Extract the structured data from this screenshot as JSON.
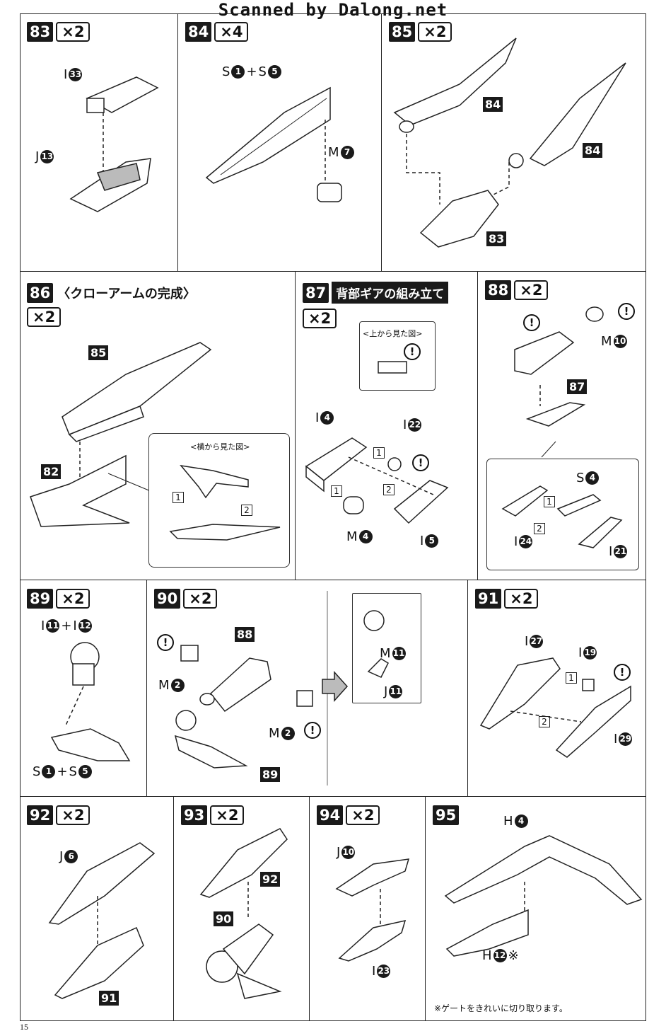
{
  "banner": "Scanned by Dalong.net",
  "page_number": "15",
  "steps": {
    "s83": {
      "num": "83",
      "mult": "×2",
      "labels": {
        "a": "I",
        "a_n": "33",
        "b": "J",
        "b_n": "13"
      }
    },
    "s84": {
      "num": "84",
      "mult": "×4",
      "labels": {
        "a": "S",
        "a_n": "1",
        "plus": "+",
        "b": "S",
        "b_n": "5",
        "c": "M",
        "c_n": "7"
      }
    },
    "s85": {
      "num": "85",
      "mult": "×2",
      "tags": [
        "84",
        "84",
        "83"
      ]
    },
    "s86": {
      "num": "86",
      "title": "〈クローアームの完成〉",
      "mult": "×2",
      "tags": [
        "85",
        "82"
      ],
      "inset_caption": "<横から見た図>",
      "steps": [
        "1",
        "2"
      ]
    },
    "s87": {
      "num": "87",
      "title": "背部ギアの組み立て",
      "mult": "×2",
      "inset_caption": "<上から見た図>",
      "labels": {
        "i4": "I",
        "i4_n": "4",
        "i22": "I",
        "i22_n": "22",
        "m4": "M",
        "m4_n": "4",
        "i5": "I",
        "i5_n": "5"
      },
      "steps": [
        "1",
        "1",
        "2"
      ]
    },
    "s88": {
      "num": "88",
      "mult": "×2",
      "tags": [
        "87"
      ],
      "labels": {
        "m10": "M",
        "m10_n": "10",
        "s4": "S",
        "s4_n": "4",
        "i24": "I",
        "i24_n": "24",
        "i21": "I",
        "i21_n": "21"
      },
      "steps": [
        "1",
        "2"
      ]
    },
    "s89": {
      "num": "89",
      "mult": "×2",
      "labels": {
        "top": "I",
        "top_n1": "11",
        "plus": "+",
        "top2": "I",
        "top_n2": "12",
        "bot": "S",
        "bot_n1": "1",
        "bot2": "S",
        "bot_n2": "5"
      }
    },
    "s90": {
      "num": "90",
      "mult": "×2",
      "tags": [
        "88",
        "89"
      ],
      "labels": {
        "m2a": "M",
        "m2a_n": "2",
        "m2b": "M",
        "m2b_n": "2",
        "m11": "M",
        "m11_n": "11",
        "j11": "J",
        "j11_n": "11"
      }
    },
    "s91": {
      "num": "91",
      "mult": "×2",
      "labels": {
        "i27": "I",
        "i27_n": "27",
        "i19": "I",
        "i19_n": "19",
        "i29": "I",
        "i29_n": "29"
      },
      "steps": [
        "1",
        "2"
      ]
    },
    "s92": {
      "num": "92",
      "mult": "×2",
      "tags": [
        "91"
      ],
      "labels": {
        "j6": "J",
        "j6_n": "6"
      }
    },
    "s93": {
      "num": "93",
      "mult": "×2",
      "tags": [
        "92",
        "90"
      ]
    },
    "s94": {
      "num": "94",
      "mult": "×2",
      "labels": {
        "j10": "J",
        "j10_n": "10",
        "i23": "I",
        "i23_n": "23"
      }
    },
    "s95": {
      "num": "95",
      "labels": {
        "h4": "H",
        "h4_n": "4",
        "h12": "H",
        "h12_n": "12",
        "mark": "※"
      },
      "footnote": "※ゲートをきれいに切り取ります。"
    }
  },
  "warn_symbol": "!"
}
